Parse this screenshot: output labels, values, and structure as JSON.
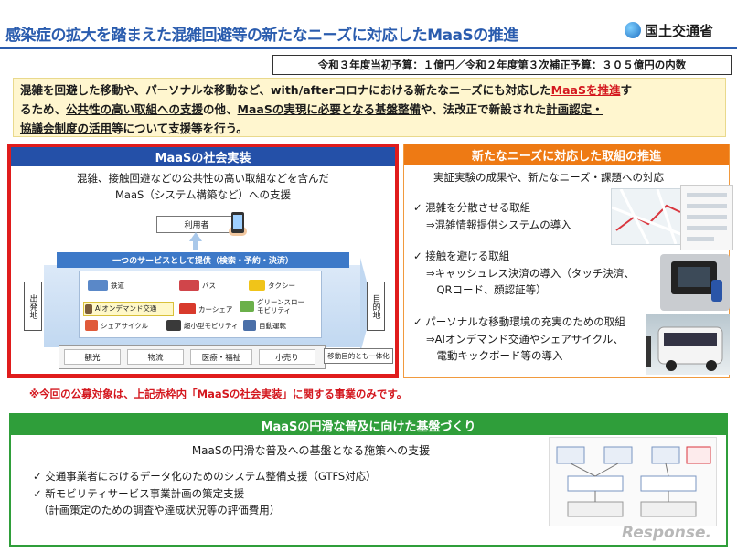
{
  "header": {
    "title": "感染症の拡大を踏まえた混雑回避等の新たなニーズに対応したMaaSの推進",
    "org": "国土交通省",
    "budget": "令和３年度当初予算：１億円／令和２年度第３次補正予算：３０５億円の内数"
  },
  "intro": {
    "line1a": "混雑を回避した移動や、パーソナルな移動など、with/afterコロナにおける新たなニーズにも対応した",
    "line1b": "MaaSを推進",
    "line1c": "す",
    "line2a": "るため、",
    "line2b": "公共性の高い取組への支援",
    "line2c": "の他、",
    "line2d": "MaaSの実現に必要となる基盤整備",
    "line2e": "や、法改正で新設された",
    "line2f": "計画認定・",
    "line3a": "協議会制度の活用",
    "line3b": "等について支援等を行う。"
  },
  "left": {
    "heading": "MaaSの社会実装",
    "sub1": "混雑、接触回避などの公共性の高い取組などを含んだ",
    "sub2": "MaaS（システム構築など）への支援",
    "user": "利用者",
    "service": "一つのサービスとして提供（検索・予約・決済）",
    "departure": "出発地",
    "destination": "目的地",
    "modes": {
      "rail": "鉄道",
      "bus": "バス",
      "taxi": "タクシー",
      "ai": "AIオンデマンド交通",
      "carshare": "カーシェア",
      "greenslow": "グリーンスロー",
      "greenslow2": "モビリティ",
      "cycle": "シェアサイクル",
      "ultra": "超小型モビリティ",
      "auto": "自動運転"
    },
    "purposes": [
      "観光",
      "物流",
      "医療・福祉",
      "小売り"
    ],
    "purpose_label": "移動目的とも一体化"
  },
  "right": {
    "heading": "新たなニーズに対応した取組の推進",
    "sub": "実証実験の成果や、新たなニーズ・課題への対応",
    "items": [
      {
        "title": "✓ 混雑を分散させる取組",
        "details": [
          "⇒混雑情報提供システムの導入"
        ]
      },
      {
        "title": "✓ 接触を避ける取組",
        "details": [
          "⇒キャッシュレス決済の導入（タッチ決済、",
          "　QRコード、顔認証等）"
        ]
      },
      {
        "title": "✓ パーソナルな移動環境の充実のための取組",
        "details": [
          "⇒AIオンデマンド交通やシェアサイクル、",
          "　電動キックボード等の導入"
        ]
      }
    ]
  },
  "notice": "※今回の公募対象は、上記赤枠内「MaaSの社会実装」に関する事業のみです。",
  "bottom": {
    "heading": "MaaSの円滑な普及に向けた基盤づくり",
    "sub": "MaaSの円滑な普及への基盤となる施策への支援",
    "items": [
      "✓ 交通事業者におけるデータ化のためのシステム整備支援（GTFS対応）",
      "✓ 新モビリティサービス事業計画の策定支援",
      "　（計画策定のための調査や達成状況等の評価費用）"
    ]
  },
  "watermark": "Response.",
  "colors": {
    "title_blue": "#2a5cae",
    "highlight_red": "#d4181f",
    "left_frame": "#e01c1c",
    "right_orange": "#ee7a14",
    "bottom_green": "#2f9e3a",
    "intro_bg": "#fff6cf"
  }
}
